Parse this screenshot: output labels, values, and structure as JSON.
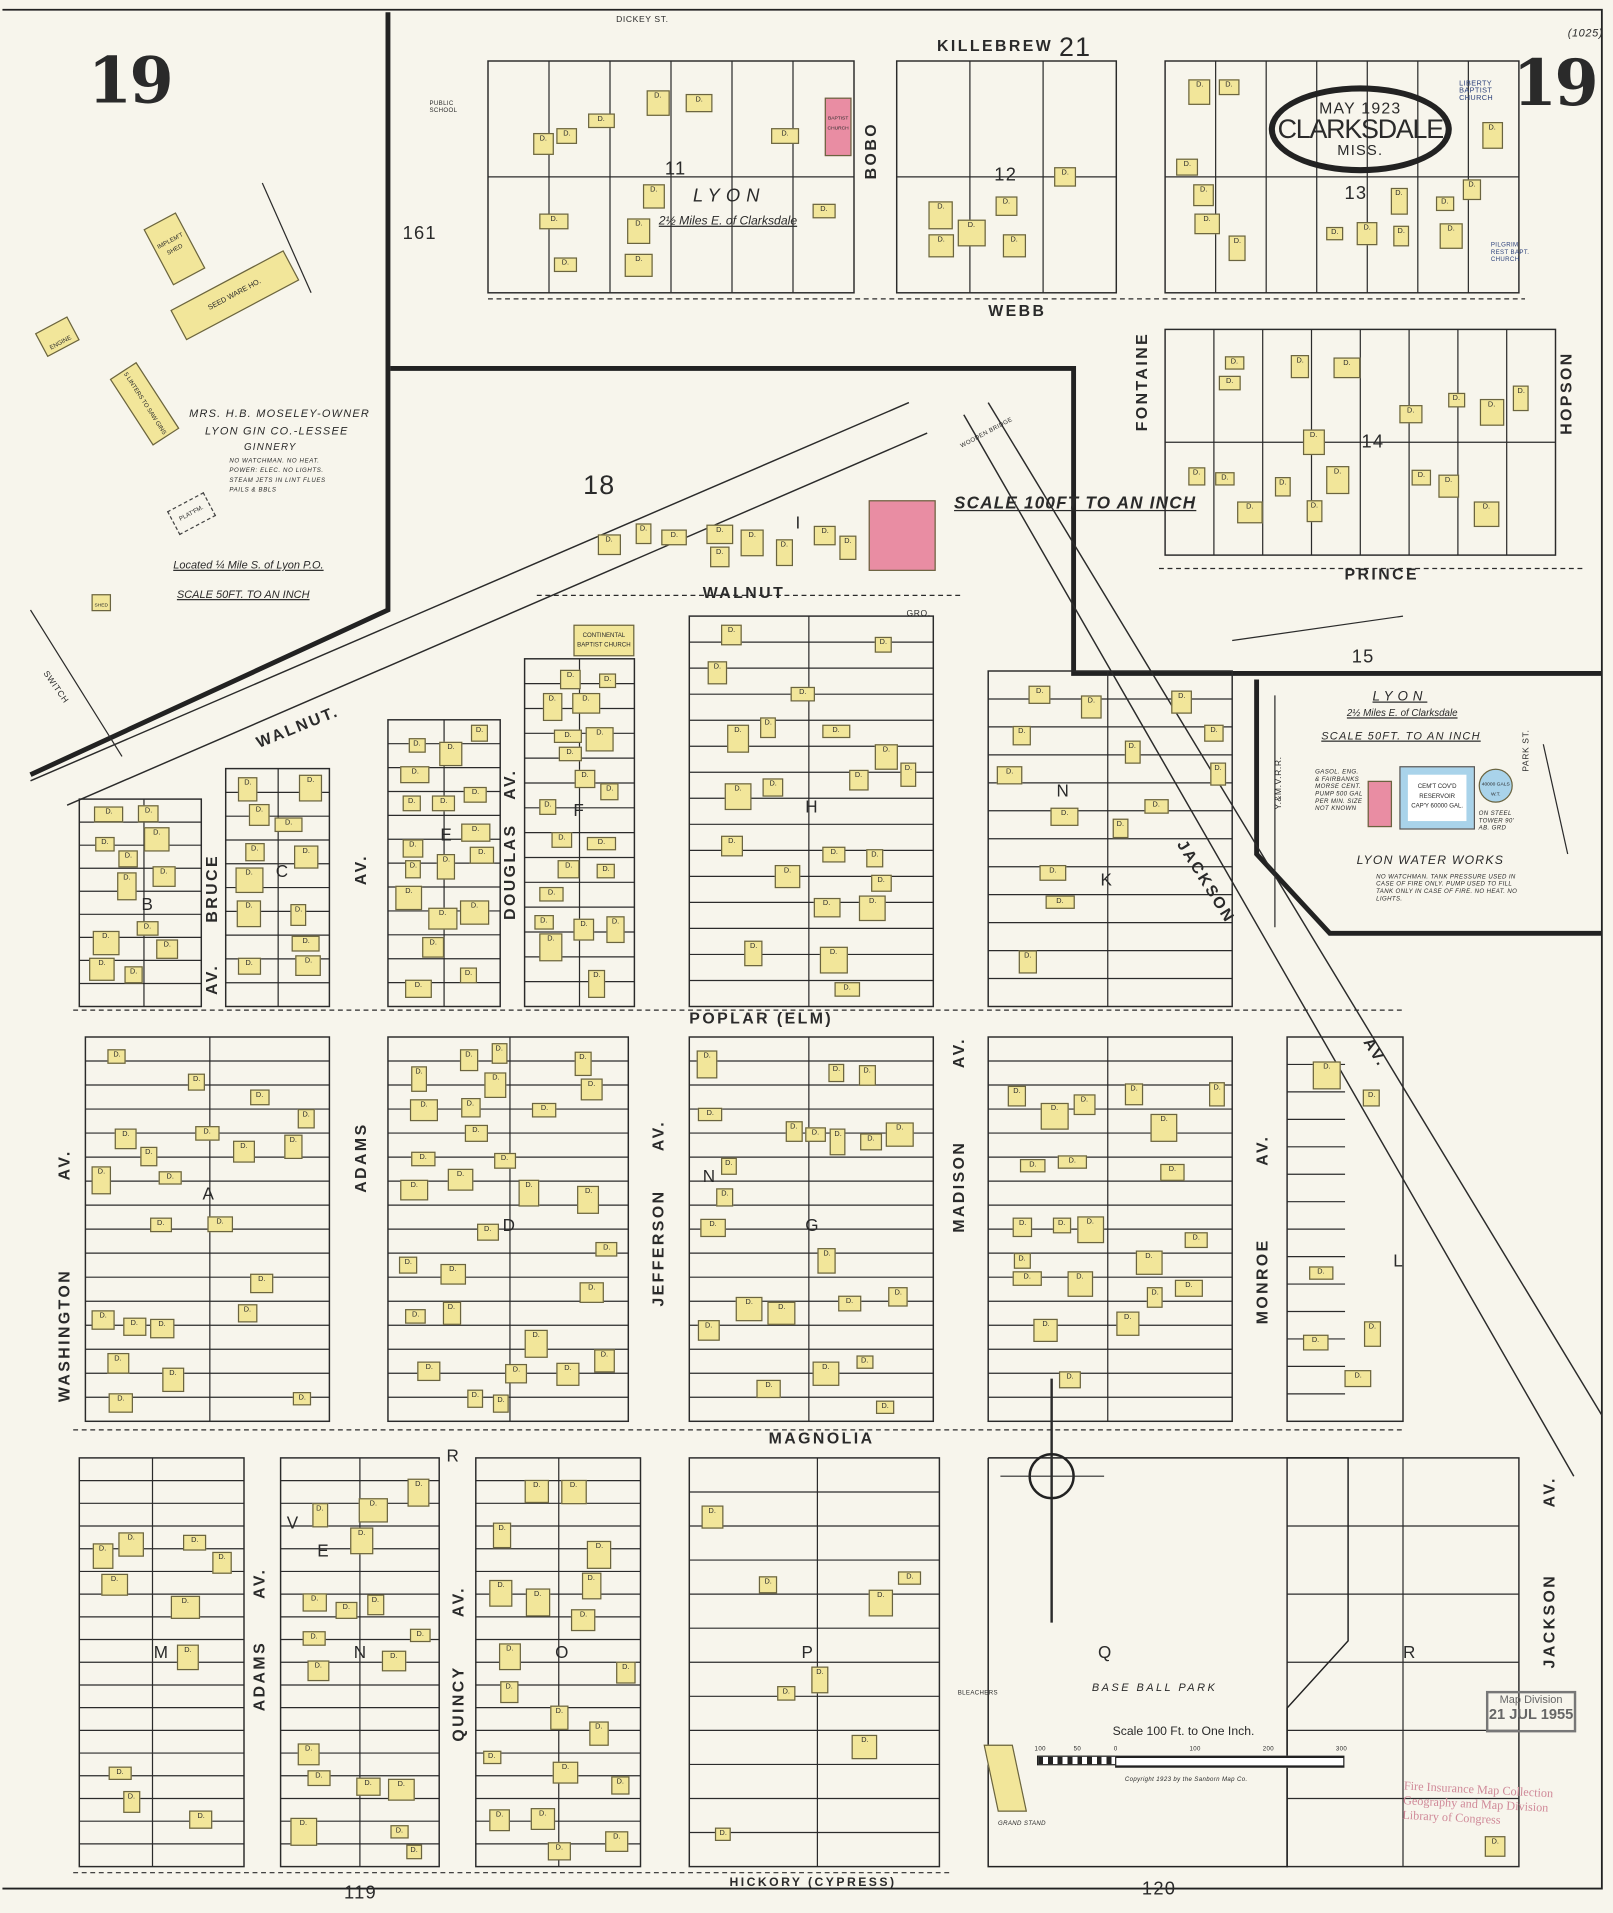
{
  "sheet": {
    "number_left": "19",
    "number_right": "19",
    "code": "(1025)"
  },
  "title_stamp": {
    "date": "MAY 1923",
    "city": "CLARKSDALE",
    "state": "MISS."
  },
  "dwelling_abbrev": "D.",
  "colors": {
    "frame": "#f2e69a",
    "brick": "#e98da3",
    "concrete": "#a9d3ea",
    "paper": "#f7f5ec"
  },
  "block_numbers": {
    "n21": "21",
    "n11": "11",
    "n12": "12",
    "n13": "13",
    "n14": "14",
    "n15": "15",
    "n18": "18",
    "n161": "161",
    "n119": "119",
    "n120": "120"
  },
  "streets": {
    "killebrew": "KILLEBREW",
    "webb": "WEBB",
    "bobo": "BOBO",
    "fontaine": "FONTAINE",
    "hopson": "HOPSON",
    "prince": "PRINCE",
    "walnut_top": "WALNUT",
    "walnut_diag": "WALNUT.",
    "poplar": "POPLAR (ELM)",
    "magnolia": "MAGNOLIA",
    "hickory": "HICKORY (CYPRESS)",
    "washington": "WASHINGTON",
    "washington_av": "AV.",
    "bruce": "BRUCE",
    "bruce_av": "AV.",
    "adams": "ADAMS",
    "adams_av": "AV.",
    "adams2": "ADAMS",
    "adams2_av": "AV.",
    "douglas": "DOUGLAS",
    "douglas_av": "AV.",
    "jefferson": "JEFFERSON",
    "jefferson_av": "AV.",
    "madison": "MADISON",
    "madison_av": "AV.",
    "monroe": "MONROE",
    "monroe_av": "AV.",
    "jackson_diag": "JACKSON",
    "jackson_av_diag": "AV.",
    "jackson": "JACKSON",
    "jackson_av": "AV.",
    "quincy": "QUINCY",
    "quincy_av": "AV.",
    "dickey": "DICKEY ST.",
    "park": "PARK ST.",
    "switch": "SWITCH",
    "railroad": "Y.&M.V.R.R."
  },
  "block_letters": [
    "A",
    "B",
    "C",
    "D",
    "E",
    "F",
    "G",
    "H",
    "I",
    "K",
    "L",
    "M",
    "N",
    "O",
    "P",
    "Q",
    "R",
    "N",
    "V",
    "E",
    "R",
    "N"
  ],
  "lyon_top": {
    "name": "LYON",
    "distance": "2½ Miles E. of Clarksdale",
    "scale": "SCALE 100FT TO AN INCH"
  },
  "ginnery_inset": {
    "owner": "MRS. H.B. MOSELEY-OWNER",
    "lessee": "LYON GIN CO.-LESSEE",
    "type": "GINNERY",
    "notes": [
      "NO WATCHMAN. NO HEAT.",
      "POWER: ELEC. NO LIGHTS.",
      "STEAM JETS IN LINT FLUES",
      "PAILS & BBLS"
    ],
    "location": "Located ¼ Mile S. of Lyon P.O.",
    "scale": "SCALE 50FT. TO AN INCH",
    "buildings": {
      "implement": "IMPLEM'T SHED",
      "seed": "SEED WARE HO.",
      "gins": "5 LINTERS TO SAW GINS",
      "platform": "PLAT'FM.",
      "engine": "ENGINE",
      "shed": "SHED"
    }
  },
  "water_inset": {
    "name": "LYON",
    "distance": "2½ Miles E. of Clarksdale",
    "scale": "SCALE 50FT. TO AN INCH",
    "engine": "GASOL. ENG. & FAIRBANKS MORSE CENT. PUMP 500 GAL PER MIN. SIZE NOT KNOWN",
    "reservoir": "CEM'T COV'D RESERVOIR",
    "capacity": "CAP'Y 60000 GAL.",
    "tank": "40000 GALS W.T.",
    "tower": "ON STEEL TOWER 90' AB. GRD",
    "title": "LYON WATER WORKS",
    "notes": "NO WATCHMAN. TANK PRESSURE USED IN CASE OF FIRE ONLY. PUMP USED TO FILL TANK ONLY IN CASE OF FIRE. NO HEAT. NO LIGHTS."
  },
  "landmarks": {
    "baptist": "BAPTIST CHURCH",
    "liberty": "LIBERTY BAPTIST CHURCH",
    "pilgrim": "PILGRIM REST BAPT. CHURCH",
    "continental": "CONTINENTAL BAPTIST CHURCH",
    "school": "PUBLIC SCHOOL",
    "bridge": "WOODEN BRIDGE",
    "gro": "GRO."
  },
  "ballpark": {
    "name": "BASE BALL PARK",
    "bleachers": "BLEACHERS",
    "grandstand": "GRAND STAND"
  },
  "scale_bar": {
    "title": "Scale 100 Ft. to One Inch.",
    "ticks": [
      "100",
      "50",
      "0",
      "100",
      "200",
      "300"
    ],
    "copyright": "Copyright 1923 by the Sanborn Map Co."
  },
  "stamps": {
    "division": "Map Division",
    "date": "21 JUL 1955",
    "collection": [
      "Fire Insurance Map Collection",
      "Geography and Map Division",
      "Library of Congress"
    ]
  }
}
